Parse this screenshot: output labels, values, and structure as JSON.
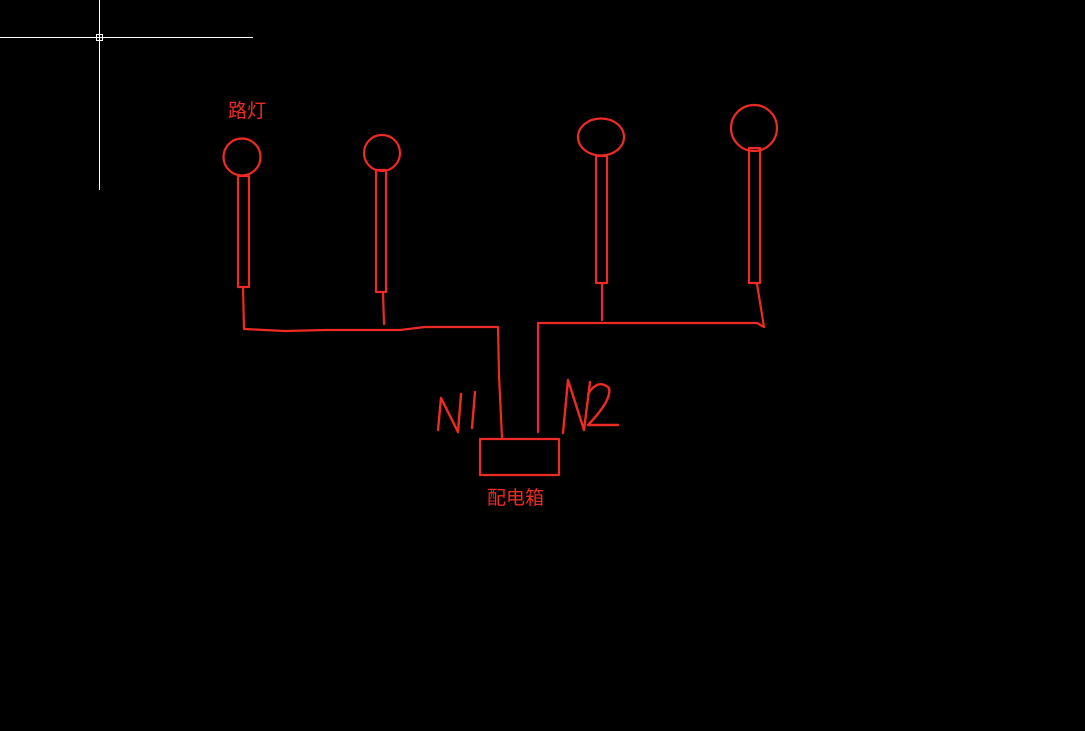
{
  "labels": {
    "street_light": "路灯",
    "circuit_1": "N1",
    "circuit_2": "N2",
    "distribution_box": "配电箱"
  },
  "colors": {
    "background": "#000000",
    "drawing": "#ee2a24",
    "crosshair": "#ffffff"
  },
  "icons": {
    "cursor": "crosshair-cursor-icon"
  }
}
